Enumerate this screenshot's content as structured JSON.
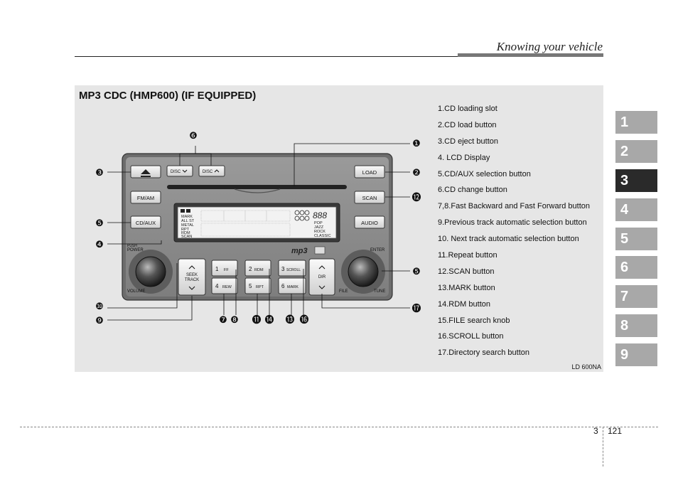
{
  "header": {
    "title": "Knowing your vehicle"
  },
  "section_title": "MP3 CDC (HMP600) (IF EQUIPPED)",
  "legend": [
    "1.CD loading slot",
    "2.CD load button",
    "3.CD eject button",
    "4. LCD Display",
    "5.CD/AUX selection button",
    "6.CD change button",
    "7,8.Fast Backward and Fast Forward button",
    "9.Previous track automatic selection button",
    "10. Next track automatic selection button",
    "11.Repeat button",
    "12.SCAN button",
    "13.MARK button",
    "14.RDM button",
    "15.FILE search knob",
    "16.SCROLL button",
    "17.Directory search button"
  ],
  "ref_code": "LD 600NA",
  "chapter_tabs": [
    "1",
    "2",
    "3",
    "4",
    "5",
    "6",
    "7",
    "8",
    "9"
  ],
  "active_tab": "3",
  "footer": {
    "chapter": "3",
    "page": "121"
  },
  "radio": {
    "buttons": {
      "disc_down": "DISC",
      "disc_up": "DISC",
      "fm_am": "FM/AM",
      "cd_aux": "CD/AUX",
      "load": "LOAD",
      "scan": "SCAN",
      "audio": "AUDIO",
      "seek": "SEEK",
      "track": "TRACK",
      "dir": "DIR"
    },
    "preset_keys": {
      "p1_num": "1",
      "p1_label": "FF",
      "p2_num": "2",
      "p2_label": "RDM",
      "p3_num": "3",
      "p3_label": "SCROLL",
      "p4_num": "4",
      "p4_label": "REW",
      "p5_num": "5",
      "p5_label": "RPT",
      "p6_num": "6",
      "p6_label": "MARK"
    },
    "knob_labels": {
      "push": "PUSH",
      "power": "POWER",
      "volume": "VOLUME",
      "enter": "ENTER",
      "file": "FILE",
      "tune": "TUNE"
    },
    "lcd": {
      "modes": [
        "MARK",
        "ALL ST",
        "METAL",
        "RPT",
        "RDM",
        "SCAN"
      ],
      "eq": [
        "POP",
        "JAZZ",
        "ROCK",
        "CLASSIC"
      ],
      "digits": "888"
    },
    "mp3_logo": "mp3",
    "callouts": {
      "c1": "❶",
      "c2": "❷",
      "c3": "❸",
      "c4": "❹",
      "c5a": "❺",
      "c5b": "❺",
      "c6": "❻",
      "c7": "❼",
      "c8": "❽",
      "c9": "❾",
      "c10": "❿",
      "c11": "⓫",
      "c12": "⓬",
      "c13": "⓭",
      "c14": "⓮",
      "c16": "⓰",
      "c17": "⓱"
    }
  }
}
